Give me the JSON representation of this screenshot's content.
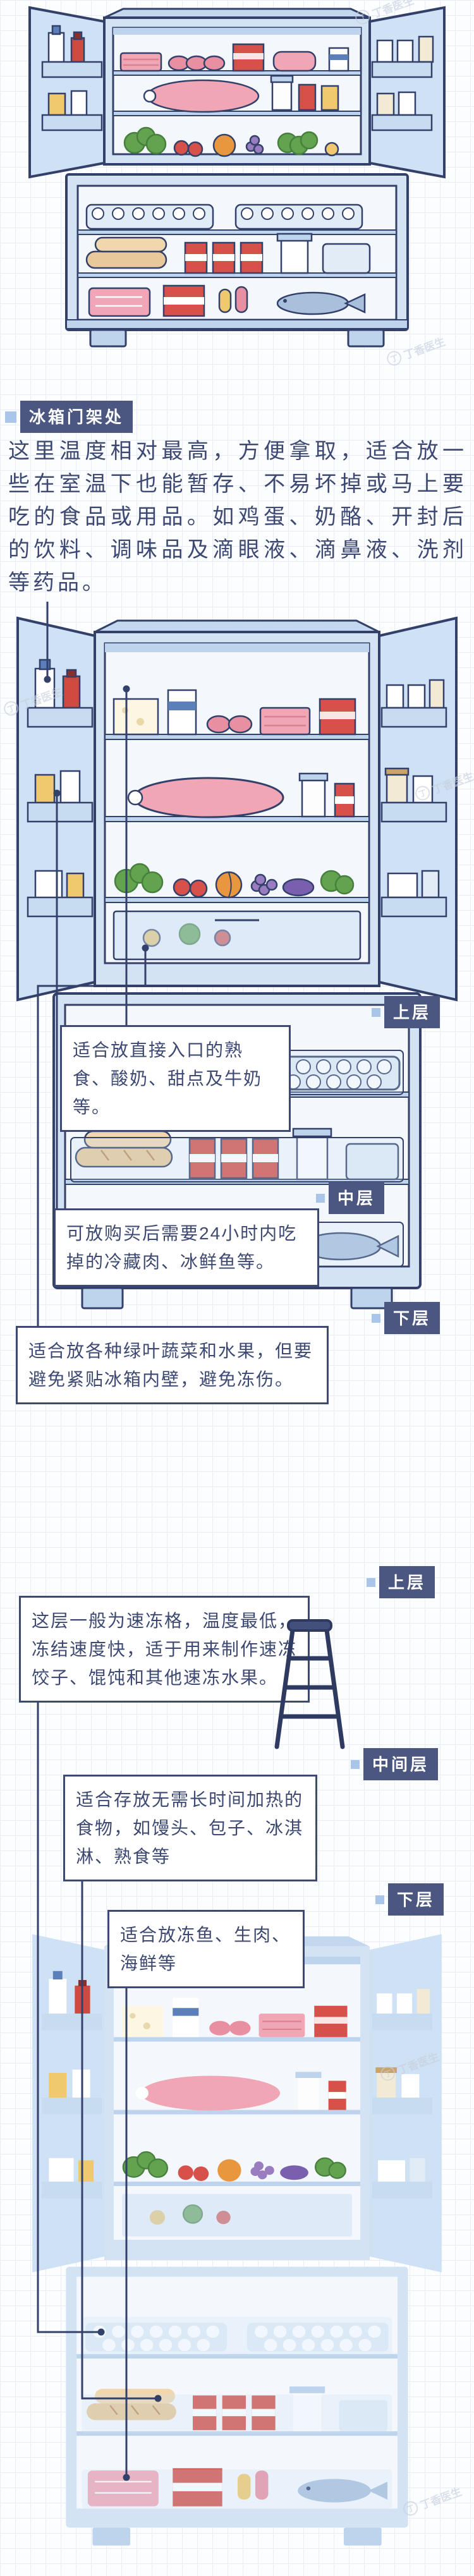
{
  "watermark": {
    "logo_text": "丁",
    "text": "丁香医生"
  },
  "door_section": {
    "header": "冰箱门架处",
    "paragraph": "这里温度相对最高，方便拿取，适合放一些在室温下也能暂存、不易坏掉或马上要吃的食品或用品。如鸡蛋、奶酪、开封后的饮料、调味品及滴眼液、滴鼻液、洗剂等药品。"
  },
  "fridge_section": {
    "callouts": [
      {
        "label": "上层",
        "text": "适合放直接入口的熟食、酸奶、甜点及牛奶等。"
      },
      {
        "label": "中层",
        "text": "可放购买后需要24小时内吃掉的冷藏肉、冰鲜鱼等。"
      },
      {
        "label": "下层",
        "text": "适合放各种绿叶蔬菜和水果，但要避免紧贴冰箱内壁，避免冻伤。"
      }
    ]
  },
  "freezer_section": {
    "callouts": [
      {
        "label": "上层",
        "text": "这层一般为速冻格，温度最低，冻结速度快，适于用来制作速冻饺子、馄饨和其他速冻水果。"
      },
      {
        "label": "中间层",
        "text": "适合存放无需长时间加热的食物，如馒头、包子、冰淇淋、熟食等"
      },
      {
        "label": "下层",
        "text": "适合放冻鱼、生肉、海鲜等"
      }
    ]
  },
  "colors": {
    "accent_dark": "#3d4972",
    "tag_bg": "#4b5781",
    "tag_bullet": "#a9c6e8",
    "fridge_body": "#d3e3f4",
    "outline": "#33406a"
  }
}
